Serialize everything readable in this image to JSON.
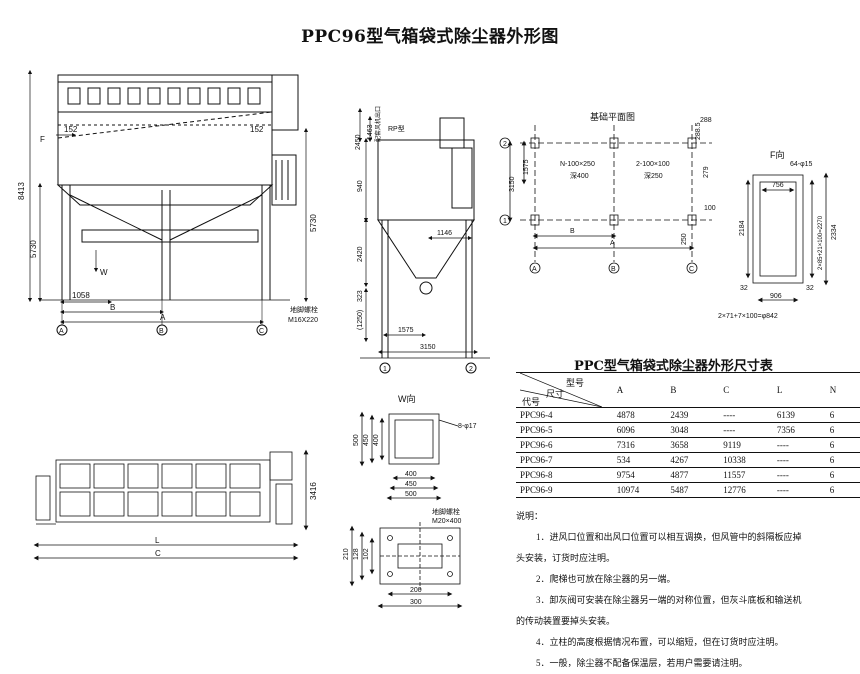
{
  "title": "PPC96型气箱袋式除尘器外形图",
  "table": {
    "title": "PPC型气箱袋式除尘器外形尺寸表",
    "corner_top": "型号",
    "corner_bottom_left": "代号",
    "corner_bottom_right": "尺寸",
    "columns": [
      "A",
      "B",
      "C",
      "L",
      "N"
    ],
    "rows": [
      {
        "model": "PPC96-4",
        "A": "4878",
        "B": "2439",
        "C": "----",
        "L": "6139",
        "N": "6"
      },
      {
        "model": "PPC96-5",
        "A": "6096",
        "B": "3048",
        "C": "----",
        "L": "7356",
        "N": "6"
      },
      {
        "model": "PPC96-6",
        "A": "7316",
        "B": "3658",
        "C": "9119",
        "L": "----",
        "N": "6"
      },
      {
        "model": "PPC96-7",
        "A": "534",
        "B": "4267",
        "C": "10338",
        "L": "----",
        "N": "6"
      },
      {
        "model": "PPC96-8",
        "A": "9754",
        "B": "4877",
        "C": "11557",
        "L": "----",
        "N": "6"
      },
      {
        "model": "PPC96-9",
        "A": "10974",
        "B": "5487",
        "C": "12776",
        "L": "----",
        "N": "6"
      }
    ]
  },
  "notes": {
    "heading": "说明：",
    "items": [
      "1．进风口位置和出风口位置可以相互调换，但风管中的斜隔板应掉",
      "头安装，订货时应注明。",
      "2．爬梯也可放在除尘器的另一端。",
      "3．卸灰阀可安装在除尘器另一端的对称位置，但灰斗底板和输送机",
      "的传动装置要掉头安装。",
      "4．立柱的高度根据情况布置，可以缩短，但在订货时应注明。",
      "5．一般，除尘器不配备保温层，若用户需要请注明。"
    ]
  },
  "front_view": {
    "dims": {
      "h_total": "8413",
      "h_lower": "5730",
      "h_right": "5730",
      "offset_left": "152",
      "offset_right": "152",
      "d1058": "1058",
      "B": "B",
      "A": "A"
    },
    "axes": [
      "A",
      "B",
      "C"
    ],
    "labels": {
      "F": "F",
      "W": "W",
      "anchor": "地脚螺栓",
      "anchor_size": "M16X220"
    }
  },
  "side_view": {
    "dims": {
      "d2450": "2450",
      "d1463": "1463",
      "d940": "940",
      "d2420": "2420",
      "d1146": "1146",
      "d1250": "(1250)",
      "d323": "323",
      "d1575": "1575",
      "d3150": "3150"
    },
    "labels": {
      "side_note": "配套风机出口",
      "rp": "RP型"
    },
    "axes": [
      "1",
      "2"
    ]
  },
  "foundation": {
    "title": "基础平面图",
    "dims": {
      "d288": "288",
      "d288b": "288.5",
      "d1575": "1575",
      "d3150": "3150",
      "n_hole": "N-100×250",
      "deep400": "深400",
      "hole2": "2-100×100",
      "deep250": "深250",
      "d279": "279",
      "d100": "100",
      "d250": "250",
      "B": "B",
      "A": "A"
    },
    "axes_left": [
      "2",
      "1"
    ],
    "axes_bottom": [
      "A",
      "B",
      "C"
    ]
  },
  "f_view": {
    "title": "F向",
    "dims": {
      "bolts": "64-φ15",
      "d756": "756",
      "d2184": "2184",
      "d2334": "2334",
      "d2270": "2×85+21×100=2270",
      "d32a": "32",
      "d32b": "32",
      "d906": "906",
      "bottom": "2×71+7×100=φ842"
    }
  },
  "w_view": {
    "title": "W向",
    "dims": {
      "holes": "8-φ17",
      "d500": "500",
      "d450": "450",
      "d400": "400",
      "w400": "400",
      "w450": "450",
      "w500": "500"
    }
  },
  "bolt_detail": {
    "labels": {
      "anchor": "地脚螺栓",
      "size": "M20×400"
    },
    "dims": {
      "d210": "210",
      "d128": "128",
      "d102": "102",
      "d200": "200",
      "d300": "300"
    }
  },
  "plan_view": {
    "dims": {
      "h3416": "3416",
      "L": "L",
      "C": "C"
    }
  }
}
